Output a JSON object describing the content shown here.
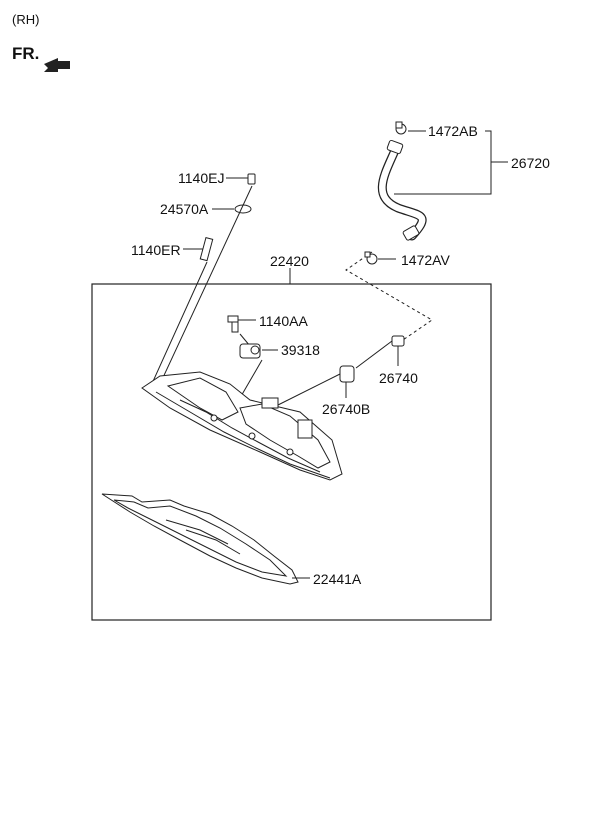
{
  "header": {
    "side": "(RH)",
    "direction": "FR."
  },
  "parts": {
    "p1472AB": "1472AB",
    "p26720": "26720",
    "p1140EJ": "1140EJ",
    "p24570A": "24570A",
    "p1140ER": "1140ER",
    "p22420": "22420",
    "p1472AV": "1472AV",
    "p1140AA": "1140AA",
    "p39318": "39318",
    "p26740": "26740",
    "p26740B": "26740B",
    "p22441A": "22441A"
  }
}
